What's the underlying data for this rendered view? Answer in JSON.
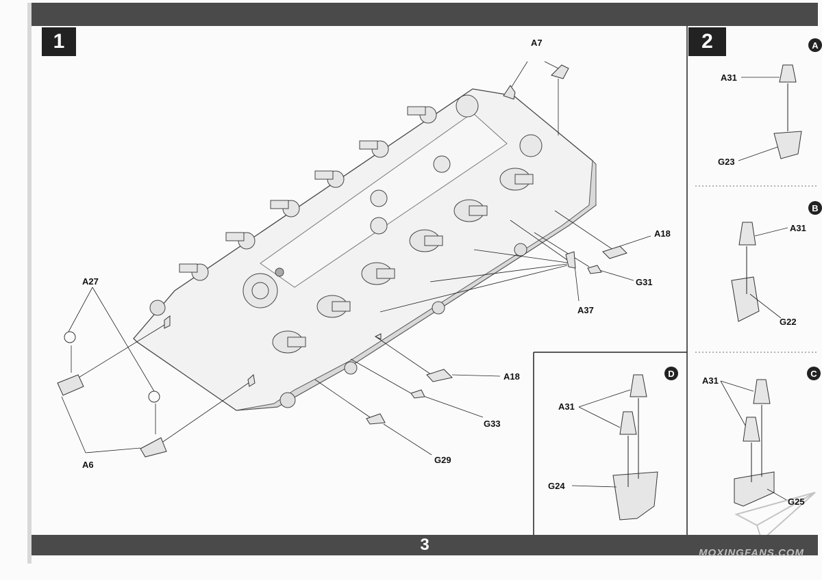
{
  "page": {
    "number": "3"
  },
  "steps": {
    "step1": "1",
    "step2": "2"
  },
  "sub_steps": {
    "A": "A",
    "B": "B",
    "C": "C",
    "D": "D"
  },
  "callouts": {
    "a7": "A7",
    "a18_upper": "A18",
    "g31": "G31",
    "a37": "A37",
    "a18_lower": "A18",
    "g33": "G33",
    "g29": "G29",
    "a27": "A27",
    "a6": "A6",
    "a31_a": "A31",
    "g23": "G23",
    "a31_b": "A31",
    "g22": "G22",
    "a31_d": "A31",
    "g24": "G24",
    "a31_c": "A31",
    "g25": "G25"
  },
  "watermark": "MOXINGFANS.COM"
}
